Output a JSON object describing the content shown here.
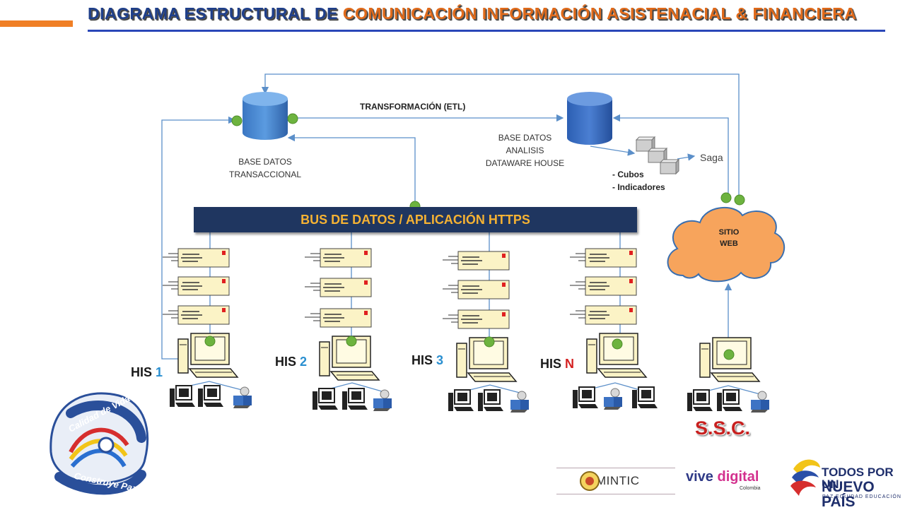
{
  "header": {
    "title_part1": "DIAGRAMA ESTRUCTURAL DE ",
    "title_part2": "COMUNICACIÓN  INFORMACIÓN ASISTENACIAL & FINANCIERA"
  },
  "databases": {
    "transactional": [
      "BASE DATOS",
      "TRANSACCIONAL"
    ],
    "analytics": [
      "BASE DATOS",
      "ANALISIS",
      "DATAWARE HOUSE"
    ],
    "etl_label": "TRANSFORMACIÓN (ETL)",
    "saga": "Saga",
    "cubes": [
      "- Cubos",
      "- Indicadores"
    ]
  },
  "bus": {
    "label": "BUS DE DATOS / APLICACIÓN HTTPS"
  },
  "cloud": {
    "label_line1": "SITIO",
    "label_line2": "WEB"
  },
  "nodes": [
    {
      "prefix": "HIS ",
      "suffix": "1"
    },
    {
      "prefix": "HIS ",
      "suffix": "2"
    },
    {
      "prefix": "HIS ",
      "suffix": "3"
    },
    {
      "prefix": "HIS ",
      "suffix": "N"
    }
  ],
  "ssc": {
    "label": "S.S.C."
  },
  "logos": {
    "calidad_top": "Calidad de Vida",
    "calidad_bottom": "Construye Paz",
    "mintic": "MINTIC",
    "vive_part1": "vive ",
    "vive_part2": "digital",
    "vive_sub": "Colombia",
    "tpun_line1": "TODOS POR UN",
    "tpun_line2": "NUEVO PAÍS",
    "tpun_line3": "PAZ  EQUIDAD  EDUCACIÓN"
  },
  "colors": {
    "accent_orange": "#f07f25",
    "title_blue": "#1f3f8a",
    "bus_bg": "#1f3660",
    "bus_text": "#f5b233",
    "connector_green": "#6db33f",
    "line_blue": "#5b8fc9",
    "cloud_fill": "#f7a45c",
    "ssc_red": "#c8201f"
  }
}
